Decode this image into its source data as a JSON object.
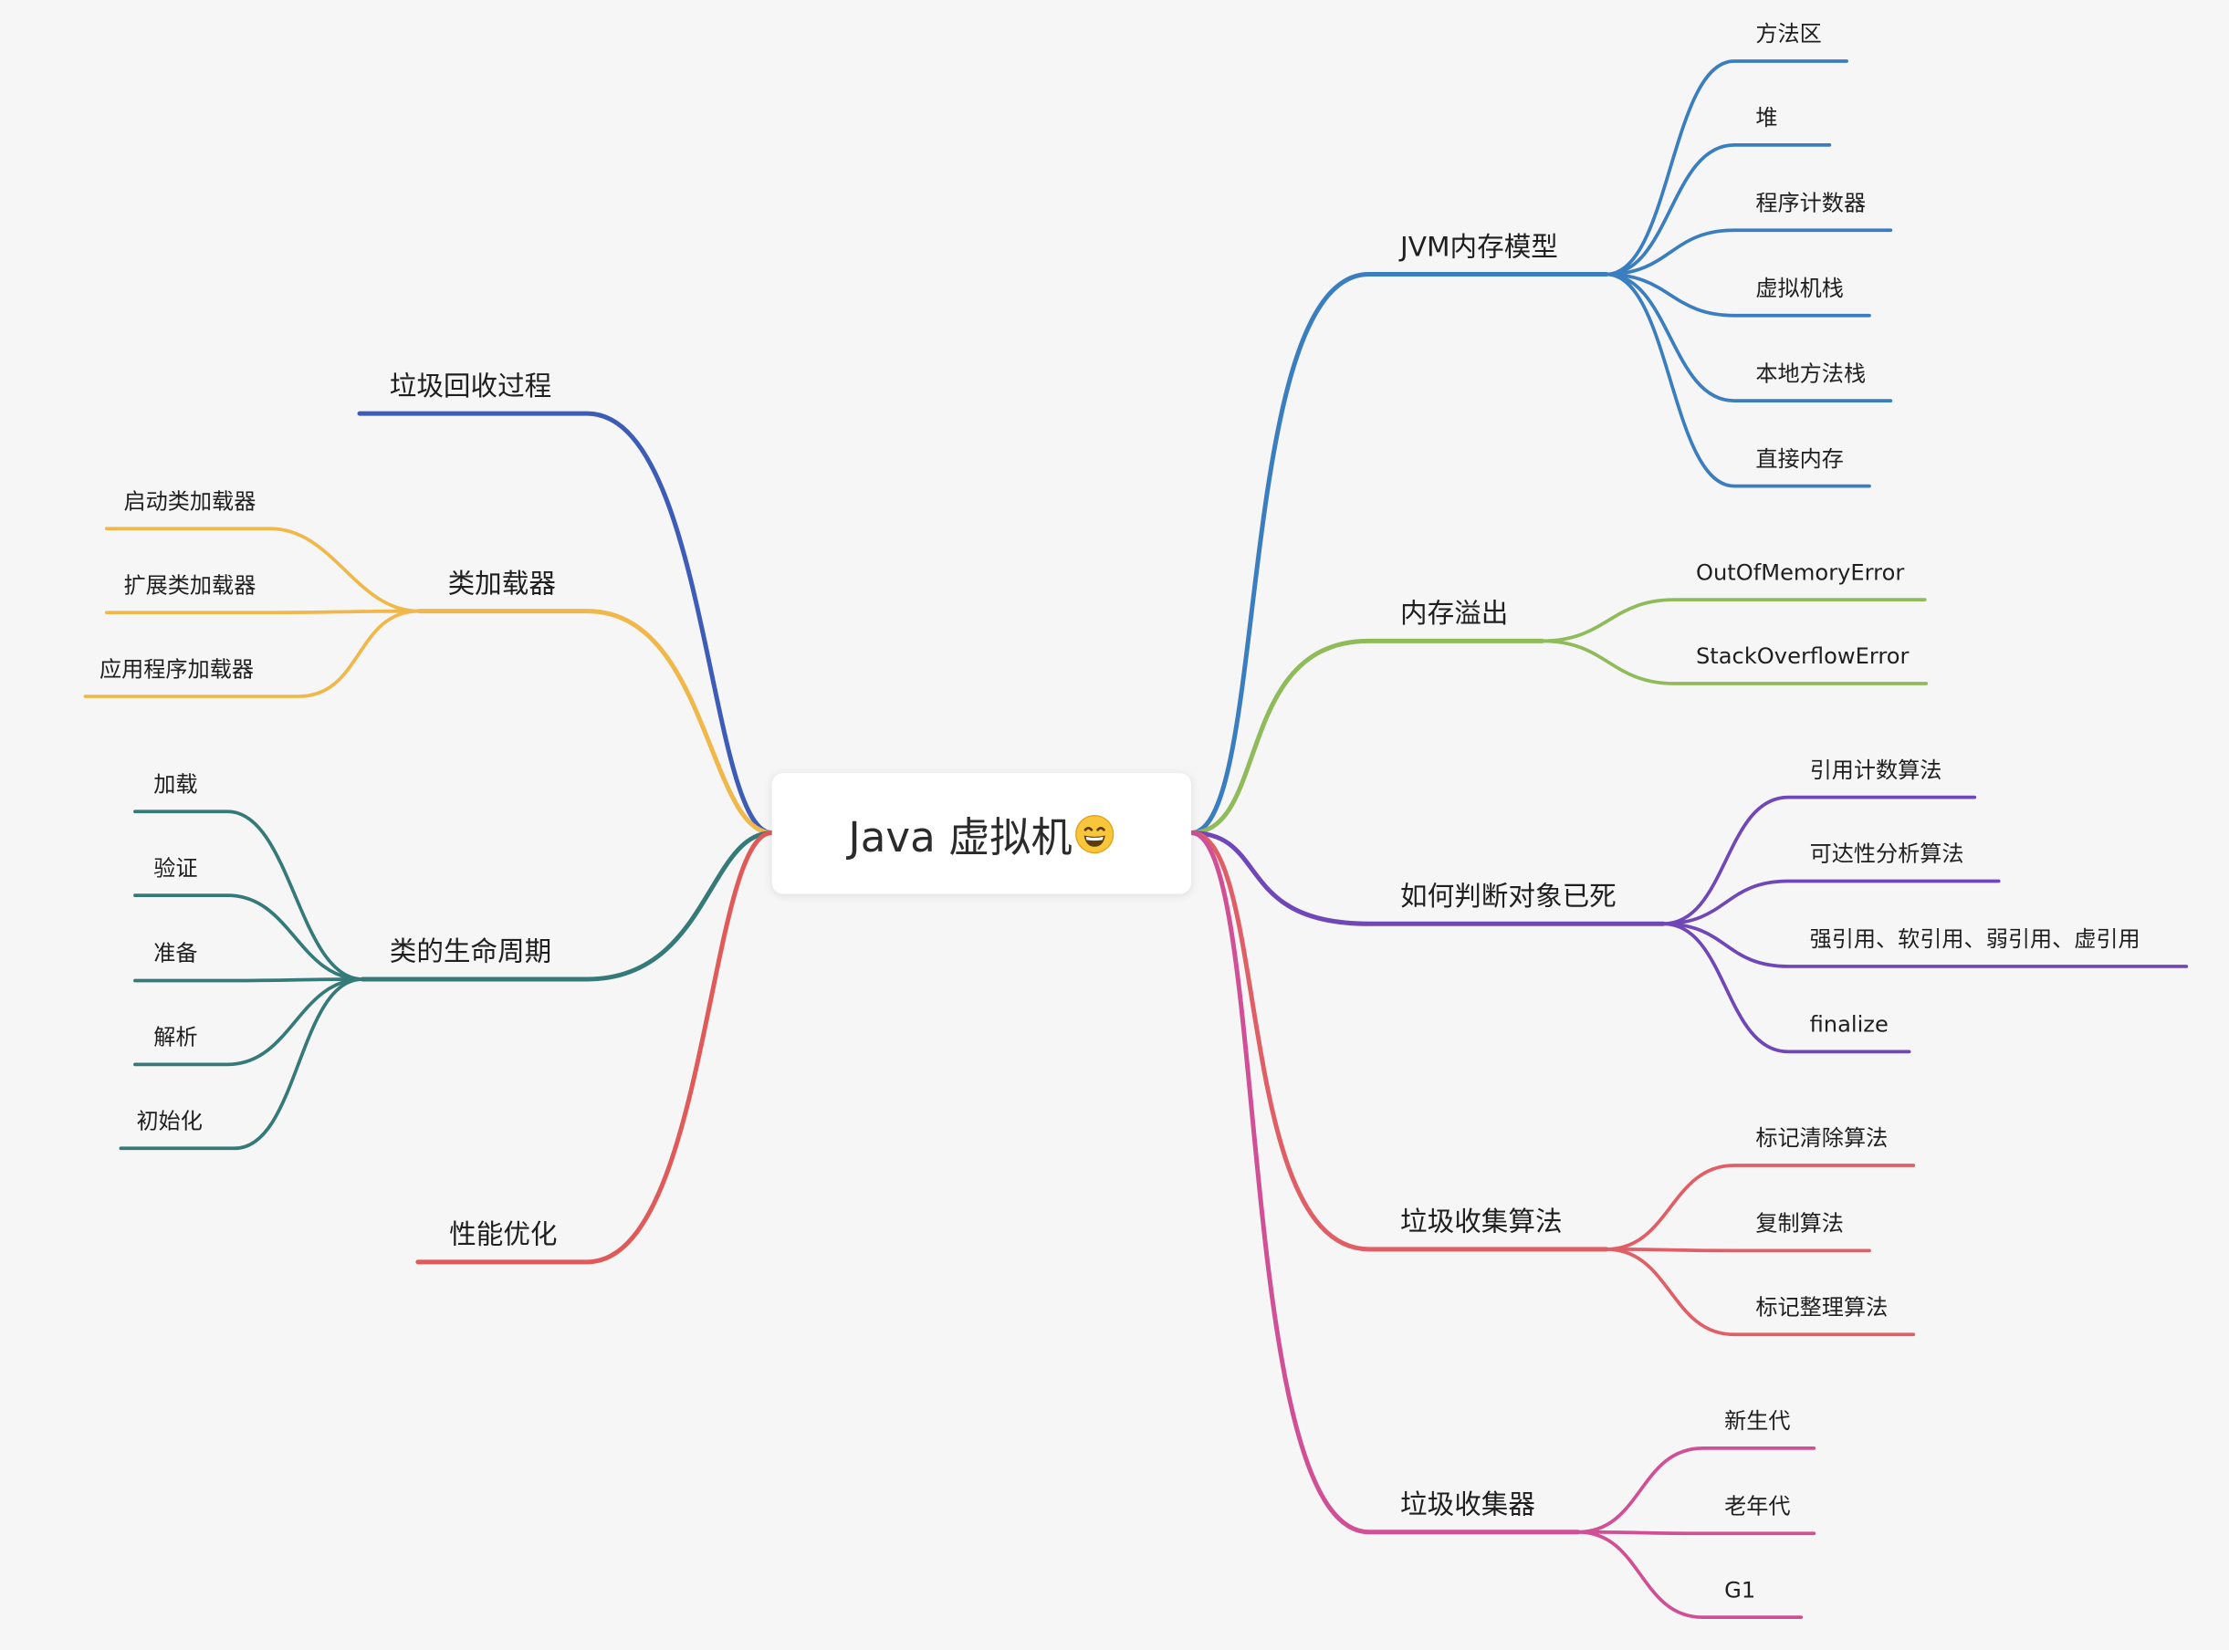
{
  "root": {
    "label": "Java 虚拟机",
    "emoji": "grinning-face-icon"
  },
  "colors": {
    "jvm_memory": "#3a7ebf",
    "overflow": "#8fbb5a",
    "dead_object": "#6f47b8",
    "gc_algorithm": "#e05f66",
    "gc_collector": "#d04f95",
    "gc_process": "#3d5cb8",
    "class_loader": "#f0b84a",
    "lifecycle": "#357a78",
    "performance": "#e05a5a"
  },
  "right_branches": [
    {
      "id": "jvm-memory-model",
      "label": "JVM内存模型",
      "color_key": "jvm_memory",
      "children": [
        "方法区",
        "堆",
        "程序计数器",
        "虚拟机栈",
        "本地方法栈",
        "直接内存"
      ]
    },
    {
      "id": "memory-overflow",
      "label": "内存溢出",
      "color_key": "overflow",
      "children": [
        "OutOfMemoryError",
        "StackOverflowError"
      ]
    },
    {
      "id": "is-object-dead",
      "label": "如何判断对象已死",
      "color_key": "dead_object",
      "children": [
        "引用计数算法",
        "可达性分析算法",
        "强引用、软引用、弱引用、虚引用",
        "finalize"
      ]
    },
    {
      "id": "gc-algorithms",
      "label": "垃圾收集算法",
      "color_key": "gc_algorithm",
      "children": [
        "标记清除算法",
        "复制算法",
        "标记整理算法"
      ]
    },
    {
      "id": "gc-collectors",
      "label": "垃圾收集器",
      "color_key": "gc_collector",
      "children": [
        "新生代",
        "老年代",
        "G1"
      ]
    }
  ],
  "left_branches": [
    {
      "id": "gc-process",
      "label": "垃圾回收过程",
      "color_key": "gc_process",
      "children": []
    },
    {
      "id": "class-loader",
      "label": "类加载器",
      "color_key": "class_loader",
      "children": [
        "启动类加载器",
        "扩展类加载器",
        "应用程序加载器"
      ]
    },
    {
      "id": "class-lifecycle",
      "label": "类的生命周期",
      "color_key": "lifecycle",
      "children": [
        "加载",
        "验证",
        "准备",
        "解析",
        "初始化"
      ]
    },
    {
      "id": "performance-tuning",
      "label": "性能优化",
      "color_key": "performance",
      "children": []
    }
  ]
}
